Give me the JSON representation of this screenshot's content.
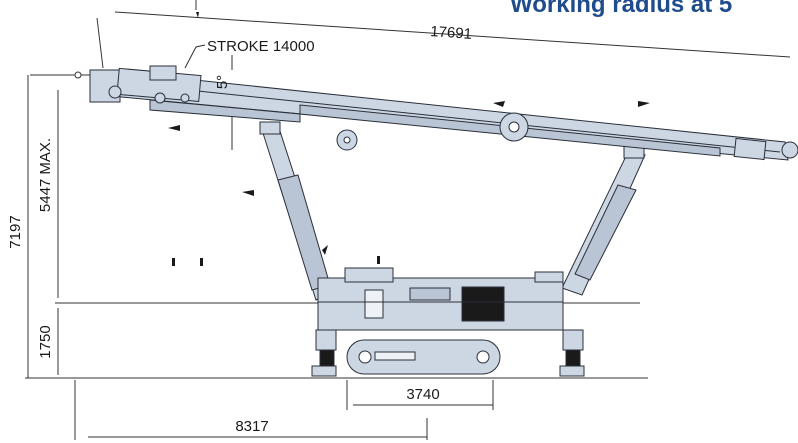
{
  "title": "Working radius at 5",
  "dimensions": {
    "boom_length": "17691",
    "stroke": "STROKE 14000",
    "angle": "5°",
    "total_height": "7197",
    "boom_height": "5447 MAX.",
    "base_height": "1750",
    "track_width": "3740",
    "working_radius": "8317"
  },
  "colors": {
    "title": "#1f4c8c",
    "machine_fill": "#cdd7e3",
    "machine_stroke": "#2a2f3a",
    "dimension_line": "#333333"
  }
}
